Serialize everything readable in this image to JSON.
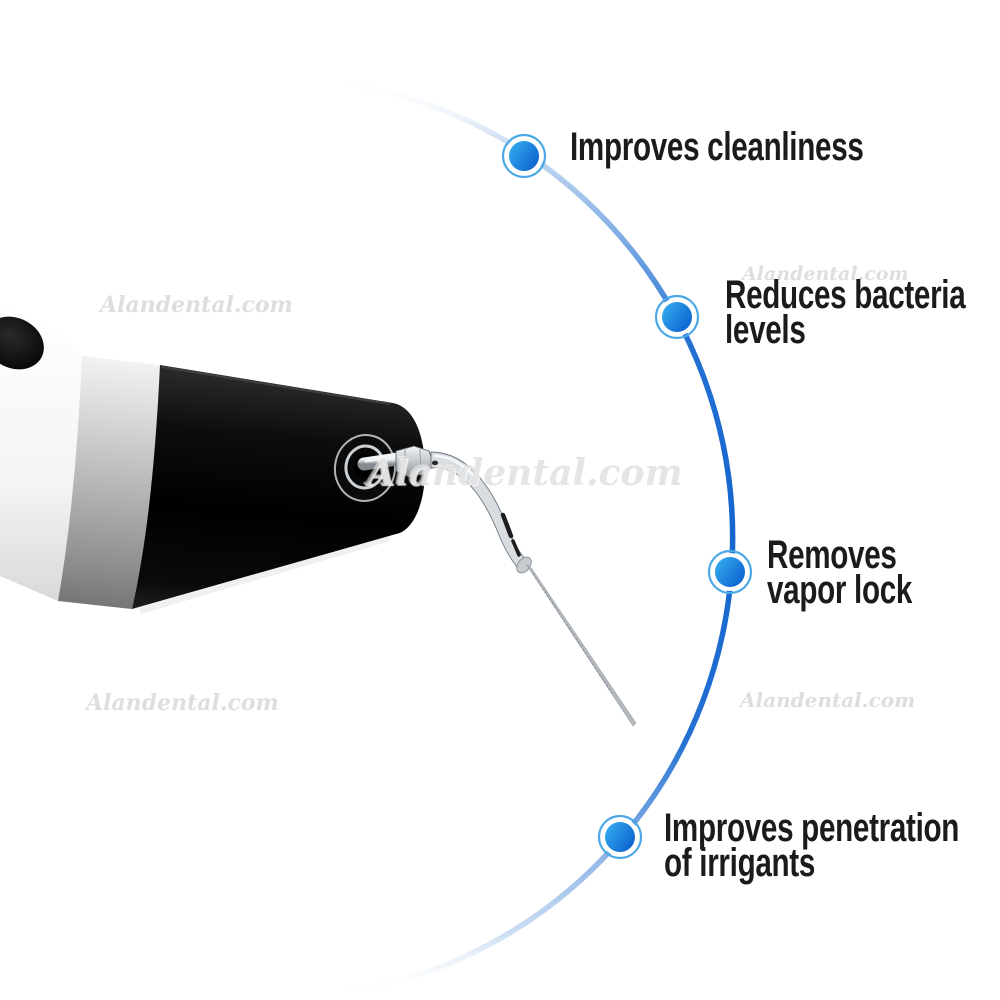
{
  "watermark": {
    "text": "Alandental.com"
  },
  "callouts": [
    {
      "id": "cleanliness",
      "lines": [
        "Improves cleanliness"
      ]
    },
    {
      "id": "bacteria",
      "lines": [
        "Reduces bacteria",
        "levels"
      ]
    },
    {
      "id": "vapor-lock",
      "lines": [
        "Removes",
        "vapor lock"
      ]
    },
    {
      "id": "penetration",
      "lines": [
        "Improves penetration",
        "of irrigants"
      ]
    }
  ],
  "colors": {
    "background": "#ffffff",
    "arc_blue": "#1b6ad4",
    "dot_gradient_start": "#35acee",
    "dot_gradient_end": "#0a5ecf",
    "dot_ring_blue": "#4aa8e6",
    "label_text": "#1b1b1b",
    "watermark_gray": "#bebebe"
  }
}
